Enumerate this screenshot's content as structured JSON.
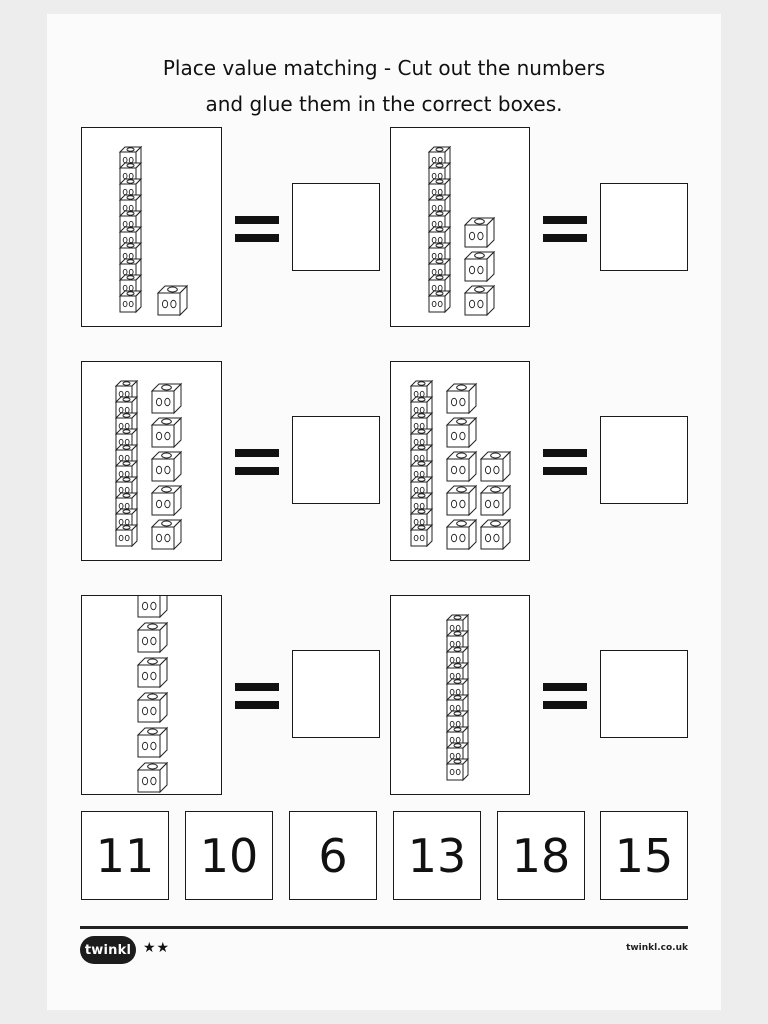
{
  "header": {
    "title_line1": "Place value matching - Cut out the numbers",
    "title_line2": "and glue them in the correct boxes."
  },
  "problems": [
    {
      "tens": 1,
      "ones": 1
    },
    {
      "tens": 1,
      "ones": 3
    },
    {
      "tens": 1,
      "ones": 5
    },
    {
      "tens": 1,
      "ones": 8
    },
    {
      "tens": 0,
      "ones": 6
    },
    {
      "tens": 1,
      "ones": 0
    }
  ],
  "number_cards": [
    "11",
    "10",
    "6",
    "13",
    "18",
    "15"
  ],
  "footer": {
    "logo_text": "twinkl",
    "stars": "★★",
    "website": "twinkl.co.uk"
  }
}
